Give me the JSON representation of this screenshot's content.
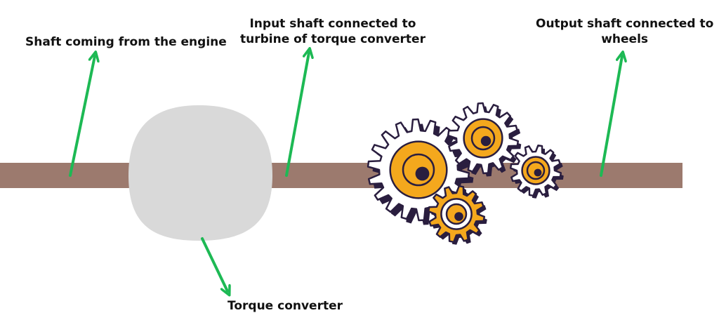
{
  "labels": {
    "engine_shaft": "Shaft coming from the engine",
    "input_shaft_line1": "Input shaft connected to",
    "input_shaft_line2": "turbine of torque converter",
    "output_shaft_line1": "Output shaft connected to",
    "output_shaft_line2": "wheels",
    "torque_converter": "Torque converter"
  },
  "colors": {
    "shaft": "#9c7a6e",
    "torque_converter": "#d9d9d9",
    "arrow": "#1db954",
    "gear_fill": "#f4a81d",
    "gear_white": "#ffffff",
    "gear_dark": "#2a1e3f",
    "text": "#111111"
  },
  "icons": {
    "gearbox": "gears-icon",
    "arrow": "arrow-icon"
  }
}
